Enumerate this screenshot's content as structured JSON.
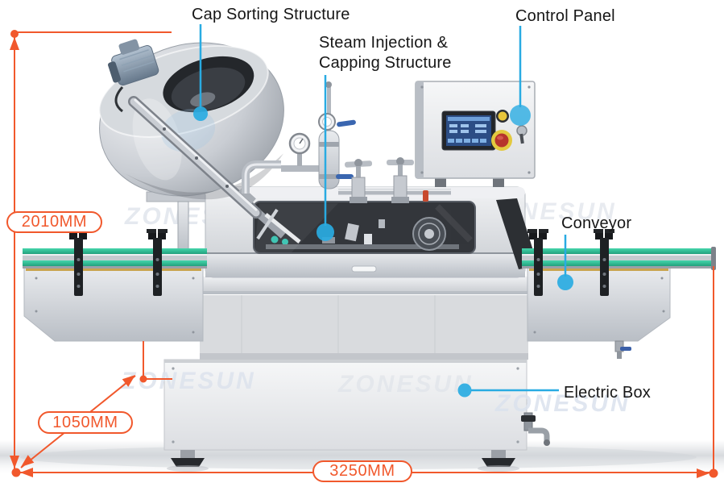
{
  "diagram": {
    "subject": "automatic capping machine with cap sorter, steam injection capper, control panel, conveyor and electric box"
  },
  "annotations": {
    "cap_sorting": {
      "label": "Cap Sorting Structure"
    },
    "steam_capping": {
      "label_line1": "Steam Injection &",
      "label_line2": "Capping Structure"
    },
    "control_panel": {
      "label": "Control Panel"
    },
    "conveyor": {
      "label": "Conveyor"
    },
    "electric_box": {
      "label": "Electric Box"
    }
  },
  "dimensions": {
    "height": {
      "value": "2010MM"
    },
    "depth": {
      "value": "1050MM"
    },
    "width": {
      "value": "3250MM"
    }
  },
  "watermark": {
    "text": "ZONESUN"
  },
  "colors": {
    "annotation_leader": "#29abe2",
    "dimension_line": "#f1582c",
    "label_text": "#161616",
    "conveyor_rail": "#2ebf9b",
    "watermark": "#dde3ed",
    "emergency_stop": "#b6342c",
    "indicator_lamp": "#e9c53a",
    "hmi_screen": "#2c4d85"
  }
}
